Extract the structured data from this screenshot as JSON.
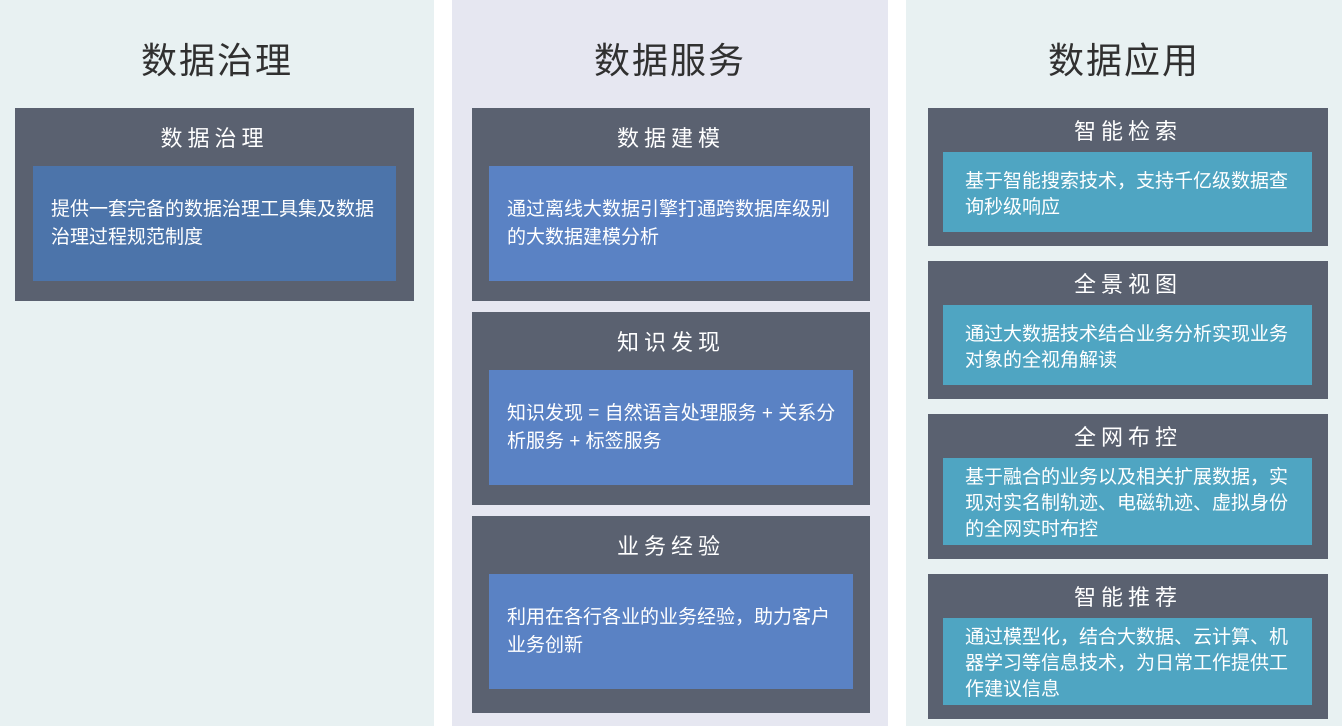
{
  "columns": [
    {
      "title": "数据治理",
      "cards": [
        {
          "header": "数据治理",
          "body": "提供一套完备的数据治理工具集及数据治理过程规范制度"
        }
      ]
    },
    {
      "title": "数据服务",
      "cards": [
        {
          "header": "数据建模",
          "body": "通过离线大数据引擎打通跨数据库级别的大数据建模分析"
        },
        {
          "header": "知识发现",
          "body": "知识发现 = 自然语言处理服务 + 关系分析服务 + 标签服务"
        },
        {
          "header": "业务经验",
          "body": "利用在各行各业的业务经验，助力客户业务创新"
        }
      ]
    },
    {
      "title": "数据应用",
      "cards": [
        {
          "header": "智能检索",
          "body": "基于智能搜索技术，支持千亿级数据查询秒级响应"
        },
        {
          "header": "全景视图",
          "body": "通过大数据技术结合业务分析实现业务对象的全视角解读"
        },
        {
          "header": "全网布控",
          "body": "基于融合的业务以及相关扩展数据，实现对实名制轨迹、电磁轨迹、虚拟身份的全网实时布控"
        },
        {
          "header": "智能推荐",
          "body": "通过模型化，结合大数据、云计算、机器学习等信息技术，为日常工作提供工作建议信息"
        }
      ]
    }
  ],
  "colors": {
    "col_bg_light": "#e8f1f2",
    "col_bg_lavender": "#e6e7f1",
    "card_bg": "#5a6170",
    "blue_box_governance": "#4c74aa",
    "blue_box_services": "#5a82c4",
    "teal_box": "#4fa5c2",
    "title_text": "#303030",
    "body_text": "#ffffff"
  }
}
